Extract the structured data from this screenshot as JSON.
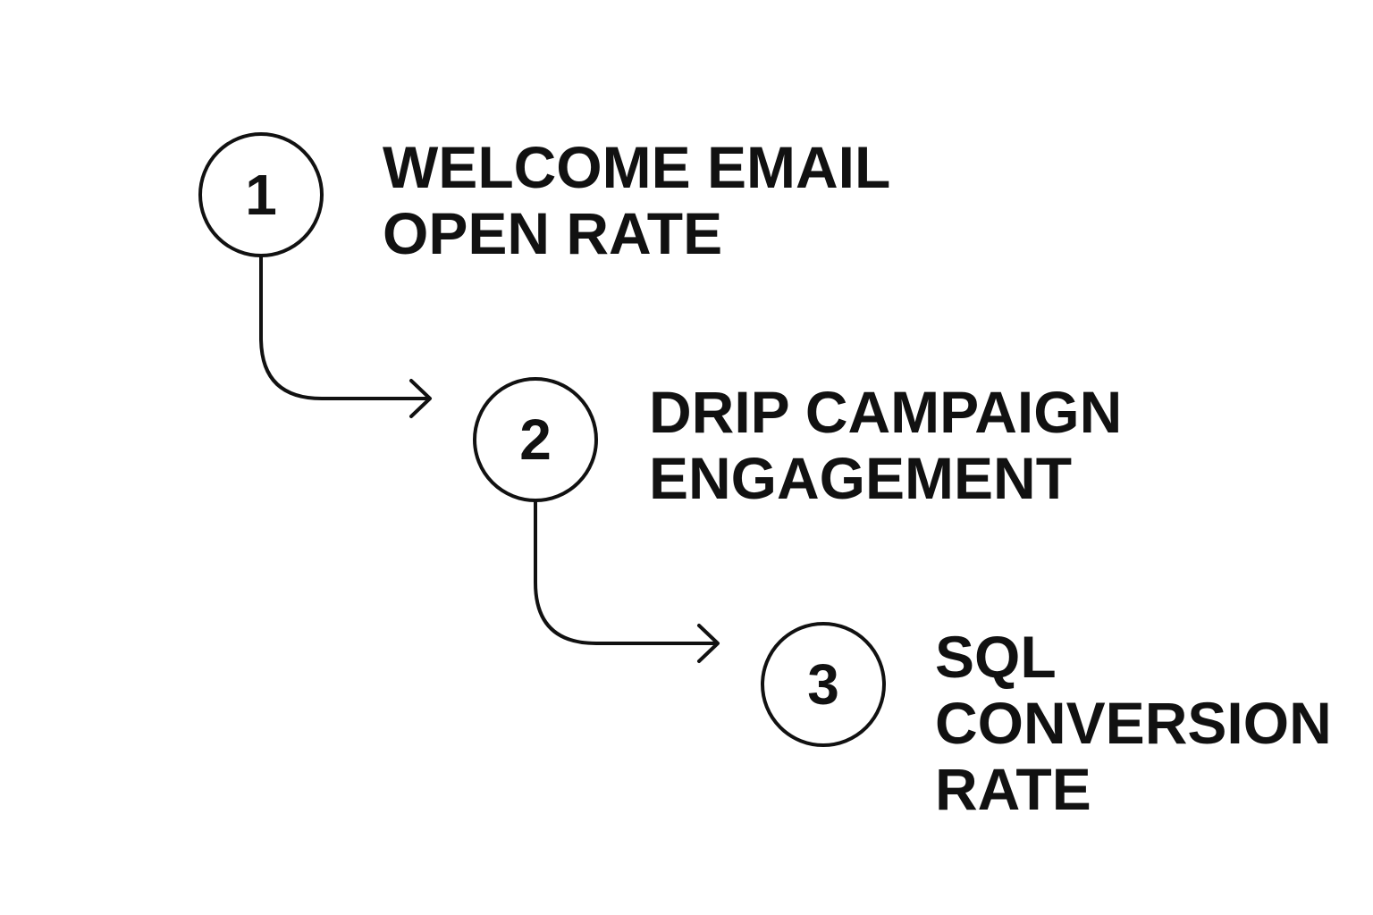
{
  "colors": {
    "stroke": "#111111",
    "text": "#111111",
    "background": "#ffffff"
  },
  "steps": [
    {
      "number": "1",
      "lines": [
        "WELCOME EMAIL",
        "OPEN RATE"
      ]
    },
    {
      "number": "2",
      "lines": [
        "DRIP CAMPAIGN",
        "ENGAGEMENT"
      ]
    },
    {
      "number": "3",
      "lines": [
        "SQL",
        "CONVERSION",
        "RATE"
      ]
    }
  ],
  "connectors": [
    {
      "from": "1",
      "to": "2",
      "type": "arrow"
    },
    {
      "from": "2",
      "to": "3",
      "type": "arrow"
    }
  ]
}
